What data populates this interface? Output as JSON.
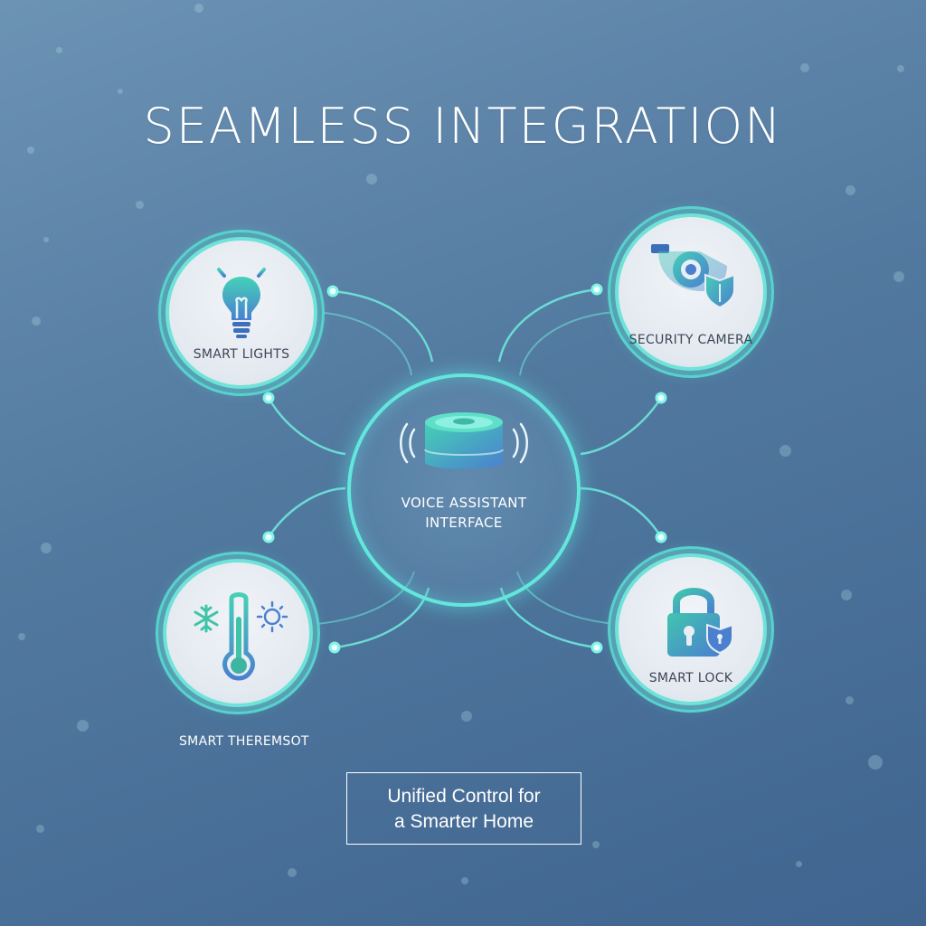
{
  "title": "SEAMLESS INTEGRATION",
  "hub": {
    "label_line1": "VOICE ASSISTANT",
    "label_line2": "INTERFACE",
    "icon": "smart-speaker-icon"
  },
  "nodes": [
    {
      "id": "smart-lights",
      "label": "SMART LIGHTS",
      "icon": "light-bulb-icon"
    },
    {
      "id": "security-camera",
      "label": "SECURITY CAMERA",
      "icon": "security-camera-icon"
    },
    {
      "id": "smart-thermostat",
      "label": "SMART THEREMSOT",
      "icon": "thermometer-icon"
    },
    {
      "id": "smart-lock",
      "label": "SMART LOCK",
      "icon": "padlock-icon"
    }
  ],
  "tagline": {
    "line1": "Unified Control for",
    "line2": "a Smarter Home"
  },
  "colors": {
    "accent": "#63e7dc",
    "icon_teal": "#3fc4a8",
    "icon_blue": "#5a8ad0",
    "text_dark": "#3d4656",
    "background": "#52799f"
  }
}
